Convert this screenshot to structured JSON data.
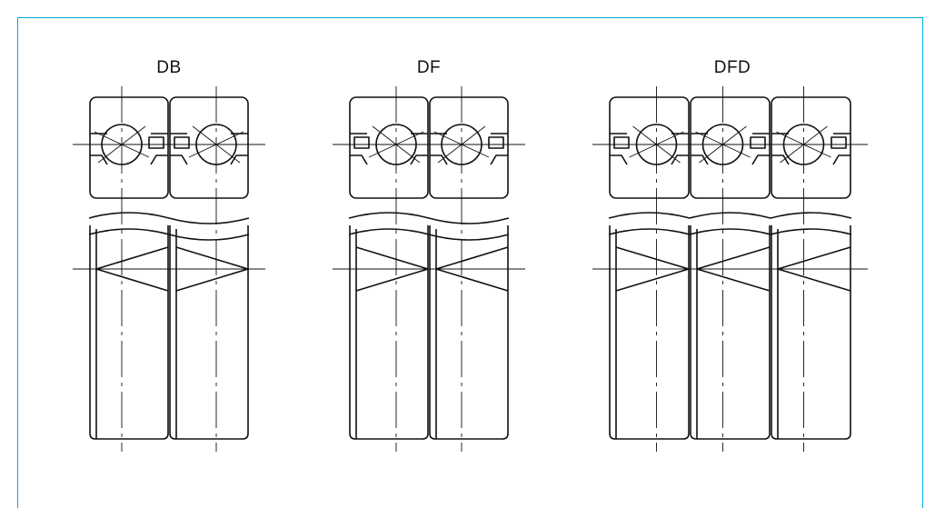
{
  "arrangements": [
    {
      "label": "DB",
      "bearings": [
        {
          "contact": "back-left"
        },
        {
          "contact": "back-right"
        }
      ]
    },
    {
      "label": "DF",
      "bearings": [
        {
          "contact": "face-right"
        },
        {
          "contact": "face-left"
        }
      ]
    },
    {
      "label": "DFD",
      "bearings": [
        {
          "contact": "face-right"
        },
        {
          "contact": "face-left"
        },
        {
          "contact": "face-left"
        }
      ]
    }
  ],
  "colors": {
    "frame_border": "#00a7dc",
    "line": "#111111",
    "background": "#ffffff"
  }
}
